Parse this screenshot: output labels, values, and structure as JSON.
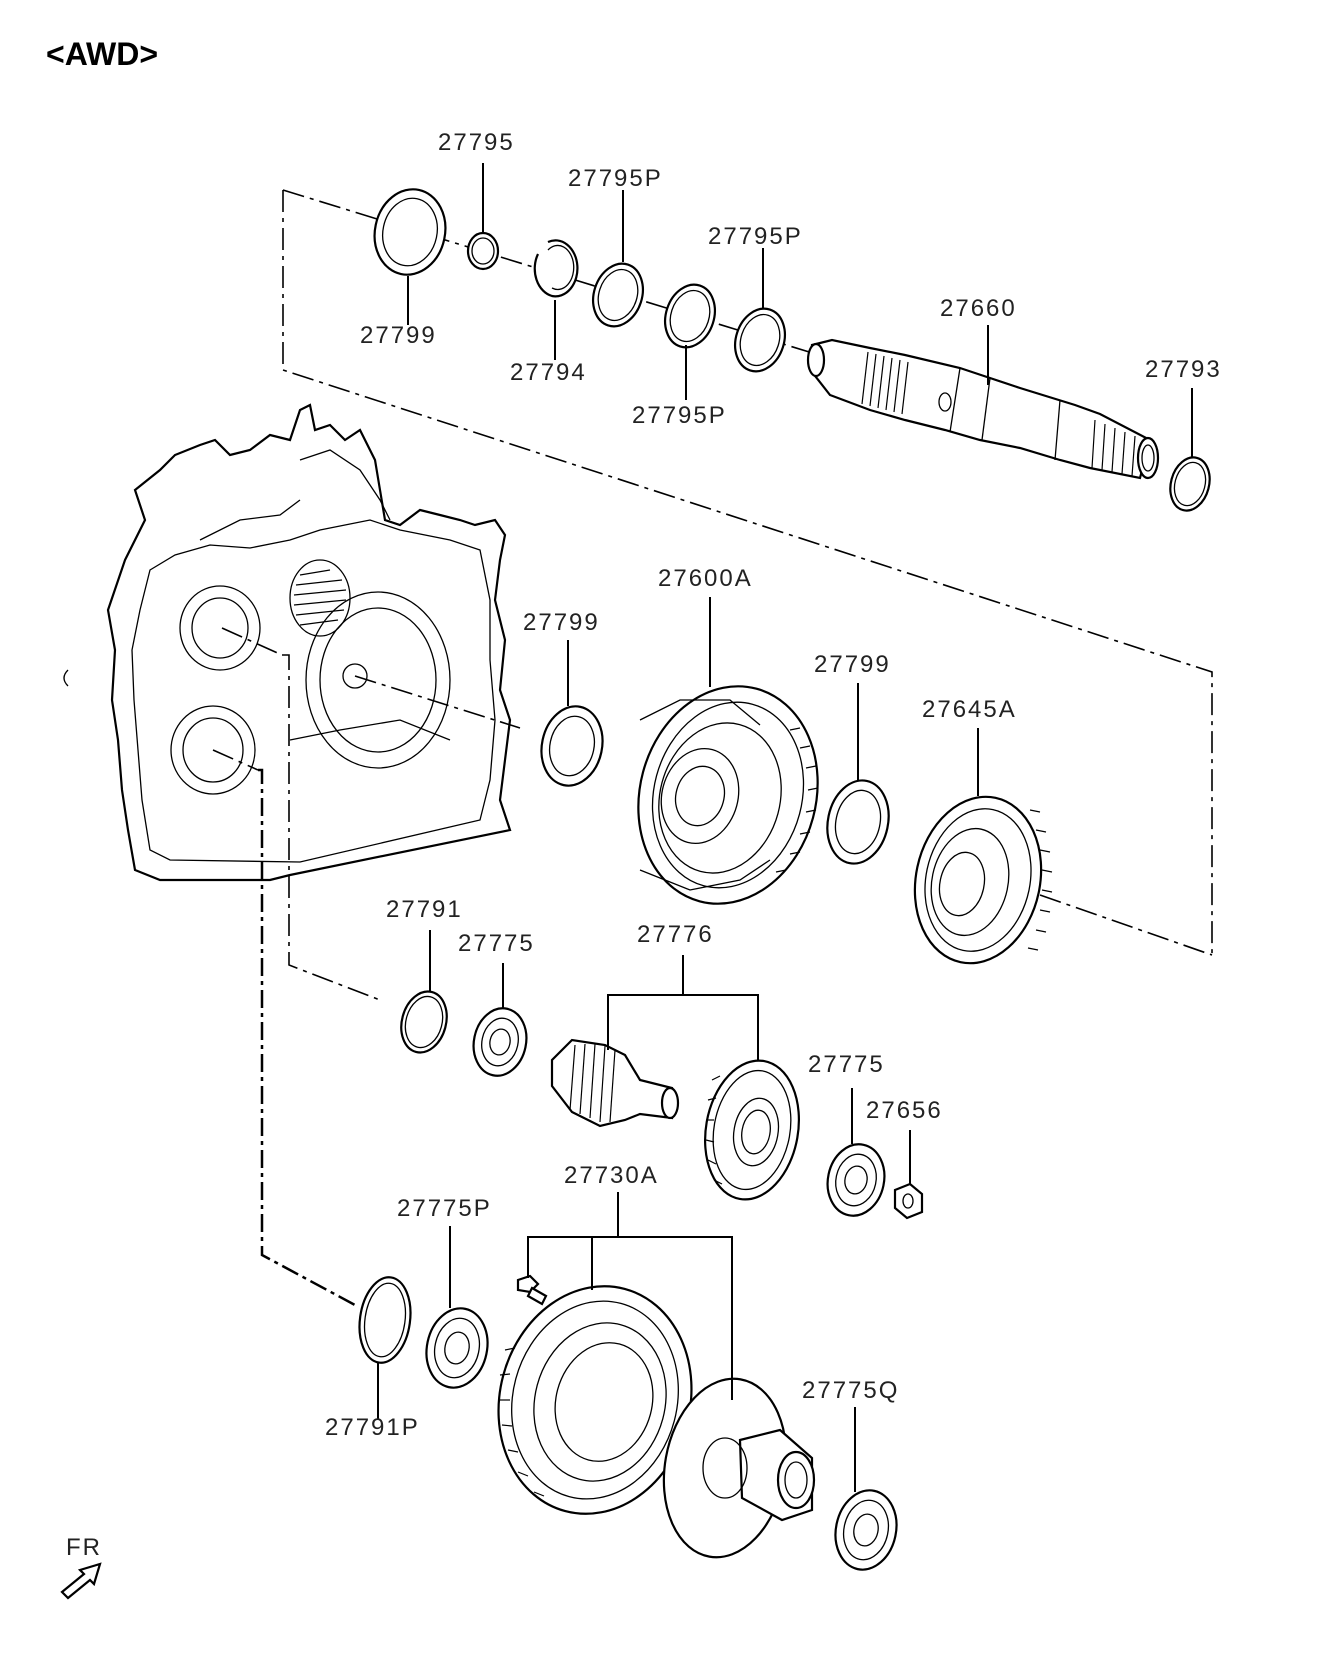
{
  "header": {
    "title": "<AWD>"
  },
  "orientation": {
    "label": "FR"
  },
  "callouts": {
    "c27795": "27795",
    "c27795p_a": "27795P",
    "c27795p_b": "27795P",
    "c27799_top": "27799",
    "c27794": "27794",
    "c27795p_c": "27795P",
    "c27660": "27660",
    "c27793": "27793",
    "c27600a": "27600A",
    "c27799_mid": "27799",
    "c27799_right": "27799",
    "c27645a": "27645A",
    "c27791": "27791",
    "c27775_a": "27775",
    "c27776": "27776",
    "c27775_b": "27775",
    "c27656": "27656",
    "c27730a": "27730A",
    "c27775p": "27775P",
    "c27791p": "27791P",
    "c27775q": "27775Q"
  }
}
